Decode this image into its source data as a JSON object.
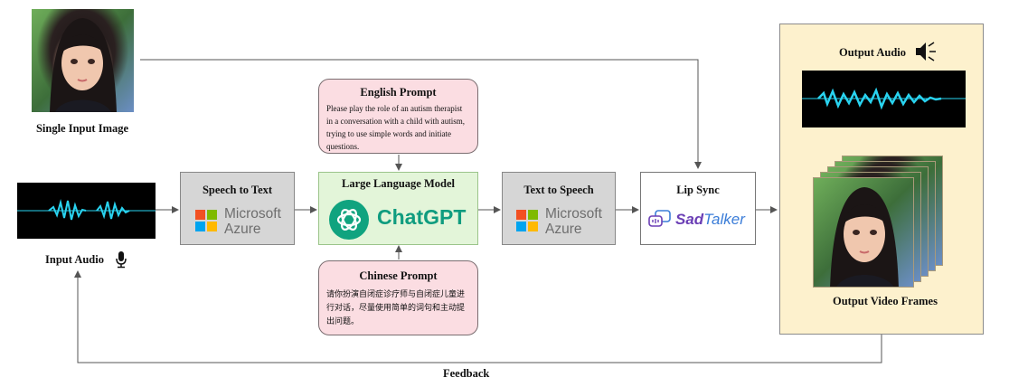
{
  "input_image": {
    "caption": "Single Input Image"
  },
  "input_audio": {
    "caption": "Input Audio",
    "icon": "microphone-icon"
  },
  "speech_to_text": {
    "title": "Speech to Text",
    "brand_line1": "Microsoft",
    "brand_line2": "Azure"
  },
  "llm": {
    "title": "Large Language Model",
    "brand": "ChatGPT"
  },
  "english_prompt": {
    "title": "English Prompt",
    "lines": [
      "Please play the role of an autism therapist",
      "in a conversation with a child with autism,",
      "trying to use simple words and initiate",
      "questions."
    ]
  },
  "chinese_prompt": {
    "title": "Chinese Prompt",
    "lines": [
      "请你扮演自闭症诊疗师与自闭症儿童进",
      "行对话，尽量使用简单的词句和主动提",
      "出问题。"
    ]
  },
  "text_to_speech": {
    "title": "Text to Speech",
    "brand_line1": "Microsoft",
    "brand_line2": "Azure"
  },
  "lip_sync": {
    "title": "Lip Sync",
    "brand_part1": "Sad",
    "brand_part2": "Talker"
  },
  "output": {
    "audio_caption": "Output Audio",
    "video_caption": "Output Video Frames",
    "speaker_icon": "speaker-icon"
  },
  "feedback": {
    "label": "Feedback"
  },
  "colors": {
    "microsoft_red": "#f25022",
    "microsoft_green": "#7fba00",
    "microsoft_blue": "#00a4ef",
    "microsoft_yellow": "#ffb900",
    "chatgpt_green": "#10a37f",
    "wave_cyan": "#29d3f0",
    "output_panel": "#fdf1cd"
  }
}
